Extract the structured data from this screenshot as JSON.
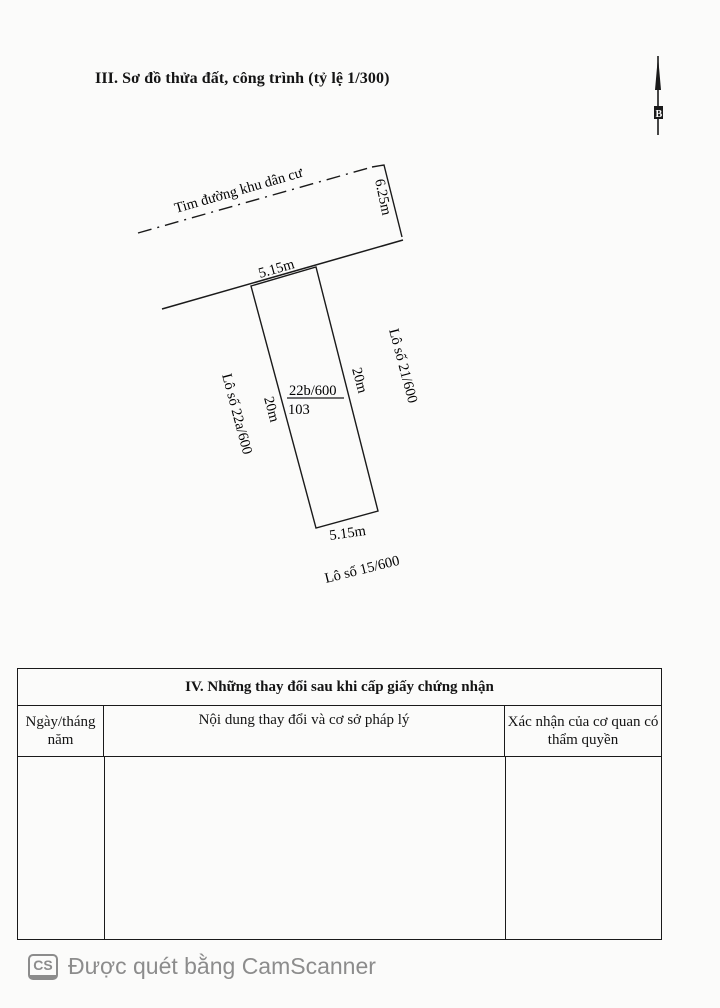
{
  "section3": {
    "title": "III. Sơ đồ thửa đất, công trình (tỷ lệ 1/300)",
    "north_arrow_label": "B",
    "road_label": "Tim đường khu dân cư",
    "road_offset": "6.25m",
    "front_width": "5.15m",
    "back_width": "5.15m",
    "left_depth": "20m",
    "right_depth": "20m",
    "parcel_number": "22b/600",
    "parcel_area": "103",
    "neighbor_left": "Lô số 22a/600",
    "neighbor_right": "Lô số 21/600",
    "neighbor_back": "Lô số 15/600"
  },
  "section4": {
    "title": "IV. Những thay đổi sau khi cấp giấy chứng nhận",
    "columns": [
      {
        "label": "Ngày/tháng năm"
      },
      {
        "label": "Nội dung thay đổi và cơ sở pháp lý"
      },
      {
        "label": "Xác nhận của cơ quan có thẩm quyền"
      }
    ],
    "rows": []
  },
  "footer": {
    "logo": "CS",
    "text": "Được quét bằng CamScanner"
  }
}
